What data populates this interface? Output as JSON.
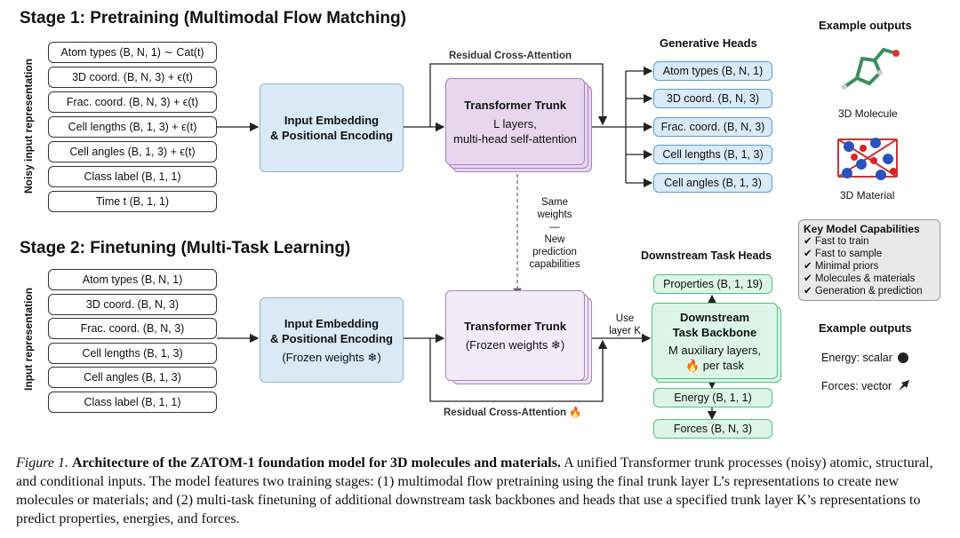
{
  "stage1": {
    "title": "Stage 1: Pretraining (Multimodal Flow Matching)",
    "side_label": "Noisy input representation",
    "inputs": [
      "Atom types (B, N, 1) ∼ Cat(t)",
      "3D coord. (B, N, 3) + ϵ(t)",
      "Frac. coord. (B, N, 3) + ϵ(t)",
      "Cell lengths (B, 1, 3) + ϵ(t)",
      "Cell angles (B, 1, 3) + ϵ(t)",
      "Class label (B, 1, 1)",
      "Time t (B, 1, 1)"
    ],
    "embed_line1": "Input Embedding",
    "embed_line2": "& Positional Encoding",
    "trunk_title": "Transformer Trunk",
    "trunk_line2": "L layers,",
    "trunk_line3": "multi-head self-attention",
    "residual": "Residual Cross-Attention",
    "heads_title": "Generative Heads",
    "heads": [
      "Atom types (B, N, 1)",
      "3D coord. (B, N, 3)",
      "Frac. coord. (B, N, 3)",
      "Cell lengths (B, 1, 3)",
      "Cell angles (B, 1, 3)"
    ]
  },
  "middle": {
    "line1": "Same",
    "line2": "weights",
    "dash": "—",
    "line3": "New",
    "line4": "prediction",
    "line5": "capabilities"
  },
  "stage2": {
    "title": "Stage 2: Finetuning (Multi-Task Learning)",
    "side_label": "Input representation",
    "inputs": [
      "Atom types (B, N, 1)",
      "3D coord. (B, N, 3)",
      "Frac. coord. (B, N, 3)",
      "Cell lengths (B, 1, 3)",
      "Cell angles (B, 1, 3)",
      "Class label (B, 1, 1)"
    ],
    "embed_line1": "Input Embedding",
    "embed_line2": "& Positional Encoding",
    "embed_line3": "(Frozen weights ❄)",
    "trunk_title": "Transformer Trunk",
    "trunk_line2": "(Frozen weights ❄)",
    "use_layer_1": "Use",
    "use_layer_2": "layer K",
    "residual": "Residual Cross-Attention 🔥",
    "downstream_title": "Downstream Task Heads",
    "properties": "Properties (B, 1, 19)",
    "backbone_line1": "Downstream",
    "backbone_line2": "Task Backbone",
    "backbone_line3": "M auxiliary layers,",
    "backbone_line4": "🔥 per task",
    "energy": "Energy (B, 1, 1)",
    "forces": "Forces (B, N, 3)"
  },
  "right": {
    "example_title_1": "Example outputs",
    "molecule_label": "3D Molecule",
    "material_label": "3D Material",
    "capabilities_title": "Key Model Capabilities",
    "capabilities": [
      "Fast to train",
      "Fast to sample",
      "Minimal priors",
      "Molecules & materials",
      "Generation & prediction"
    ],
    "example_title_2": "Example outputs",
    "energy_label": "Energy: scalar",
    "forces_label": "Forces: vector"
  },
  "caption": {
    "fig": "Figure 1.",
    "bold": "Architecture of the ZATOM-1 foundation model for 3D molecules and materials.",
    "text": "A unified Transformer trunk processes (noisy) atomic, structural, and conditional inputs. The model features two training stages: (1) multimodal flow pretraining using the final trunk layer L’s representations to create new molecules or materials; and (2) multi-task finetuning of additional downstream task backbones and heads that use a specified trunk layer K’s representations to predict properties, energies, and forces."
  },
  "colors": {
    "blue_fill": "#d9e9f6",
    "purple_fill": "#e7d6ee",
    "green_fill": "#dcf5e7",
    "head_blue": "#5b9bd5"
  }
}
